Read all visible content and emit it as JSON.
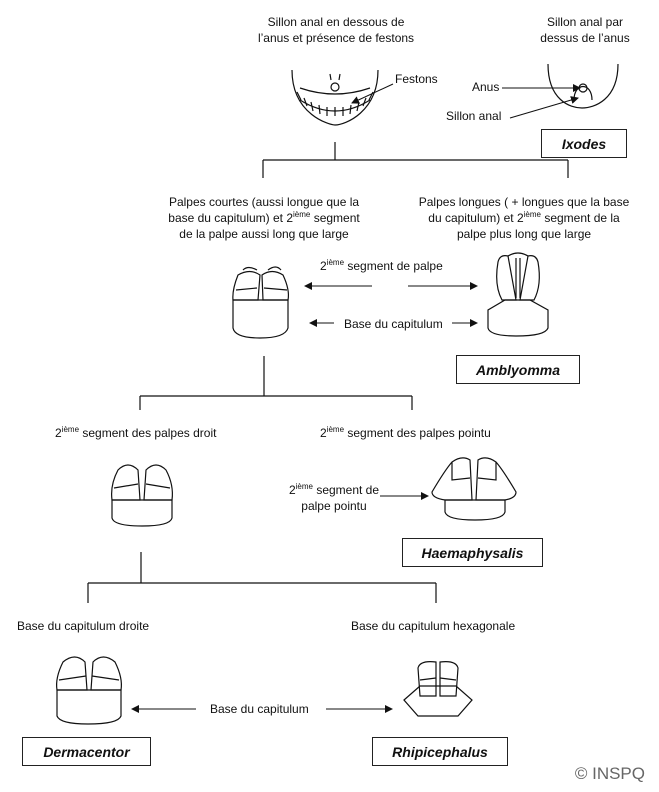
{
  "top": {
    "festons_caption_1": "Sillon anal en dessous de",
    "festons_caption_2": "l’anus et présence de festons",
    "festons_label": "Festons",
    "ixodes_caption_1": "Sillon anal par",
    "ixodes_caption_2": "dessus de l’anus",
    "anus_label": "Anus",
    "sillon_label": "Sillon anal",
    "ixodes_box": "Ixodes"
  },
  "level2": {
    "short_1": "Palpes courtes (aussi longue que la",
    "short_2a": "base du capitulum) et 2",
    "short_2sup": "ième",
    "short_2b": " segment",
    "short_3": "de la palpe aussi long que large",
    "long_1": "Palpes longues ( + longues que la base",
    "long_2a": "du capitulum) et 2",
    "long_2sup": "ième",
    "long_2b": " segment de la",
    "long_3": "palpe plus long que large",
    "segment_a": "2",
    "segment_sup": "ième",
    "segment_b": "  segment de palpe",
    "base_label": "Base du capitulum",
    "amblyomma_box": "Amblyomma"
  },
  "level3": {
    "droit_a": "2",
    "droit_sup": "ième",
    "droit_b": " segment des palpes droit",
    "pointu_a": "2",
    "pointu_sup": "ième",
    "pointu_b": " segment des palpes pointu",
    "pointer_1a": "2",
    "pointer_1sup": "ième",
    "pointer_1b": "  segment de",
    "pointer_2": "palpe pointu",
    "haemaphysalis_box": "Haemaphysalis"
  },
  "level4": {
    "droite_caption": "Base du capitulum droite",
    "hexa_caption": "Base du capitulum hexagonale",
    "base_label": "Base du capitulum",
    "dermacentor_box": "Dermacentor",
    "rhipicephalus_box": "Rhipicephalus"
  },
  "copyright": "© INSPQ"
}
